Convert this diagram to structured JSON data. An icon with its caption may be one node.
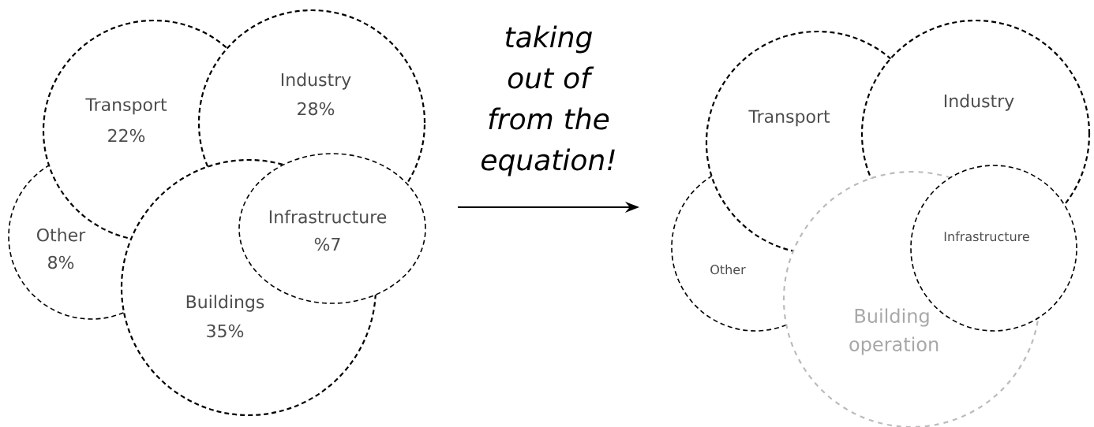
{
  "diagram": {
    "nodes": [
      {
        "text": [
          "Transport",
          "22%"
        ]
      },
      {
        "text": [
          "Industry",
          "28%"
        ]
      },
      {
        "text": [
          "Other",
          "8%"
        ]
      },
      {
        "text": [
          "Buildings",
          "35%"
        ]
      },
      {
        "text": [
          "Infrastructure",
          "%7"
        ]
      },
      {
        "text": [
          "Transport"
        ]
      },
      {
        "text": [
          "Industry"
        ]
      },
      {
        "text": [
          "Other"
        ]
      },
      {
        "text": [
          "Building operation"
        ]
      },
      {
        "text": [
          "Infrastructure"
        ]
      }
    ],
    "labels": [
      "taking out of from the equation!"
    ]
  }
}
